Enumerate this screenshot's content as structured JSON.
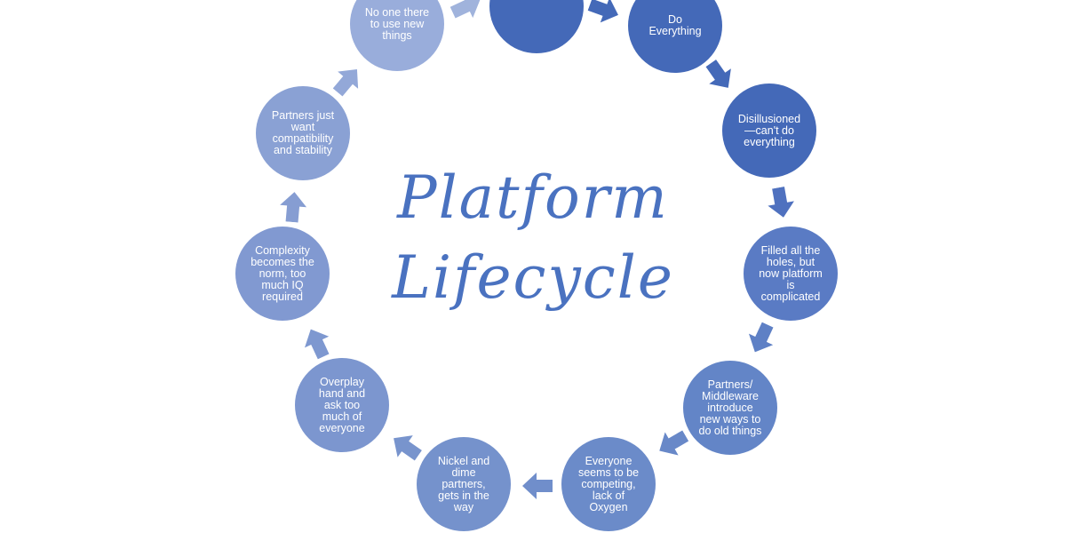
{
  "title": {
    "line1": "Platform",
    "line2": "Lifecycle"
  },
  "colors": {
    "title": "#4a72c0",
    "dark": "#4469b8",
    "mid": "#6b88c8",
    "light": "#9cb0db",
    "node_text": "#ffffff"
  },
  "nodes": [
    {
      "label": "",
      "color": "#4469b8"
    },
    {
      "label": "Do\nEverything",
      "color": "#4469b8"
    },
    {
      "label": "Disillusioned\n—can't do\neverything",
      "color": "#4469b8"
    },
    {
      "label": "Filled all the\nholes, but\nnow platform\nis\ncomplicated",
      "color": "#5a7bc4"
    },
    {
      "label": "Partners/\nMiddleware\nintroduce\nnew ways to\ndo old things",
      "color": "#6385c7"
    },
    {
      "label": "Everyone\nseems to be\ncompeting,\nlack of\nOxygen",
      "color": "#6b8bc9"
    },
    {
      "label": "Nickel and\ndime\npartners,\ngets in the\nway",
      "color": "#7592cc"
    },
    {
      "label": "Overplay\nhand and\nask too\nmuch of\neveryone",
      "color": "#7c96cf"
    },
    {
      "label": "Complexity\nbecomes the\nnorm, too\nmuch IQ\nrequired",
      "color": "#8199d1"
    },
    {
      "label": "Partners just\nwant\ncompatibility\nand stability",
      "color": "#8aa1d4"
    },
    {
      "label": "No one there\nto use new\nthings",
      "color": "#99addb"
    }
  ]
}
